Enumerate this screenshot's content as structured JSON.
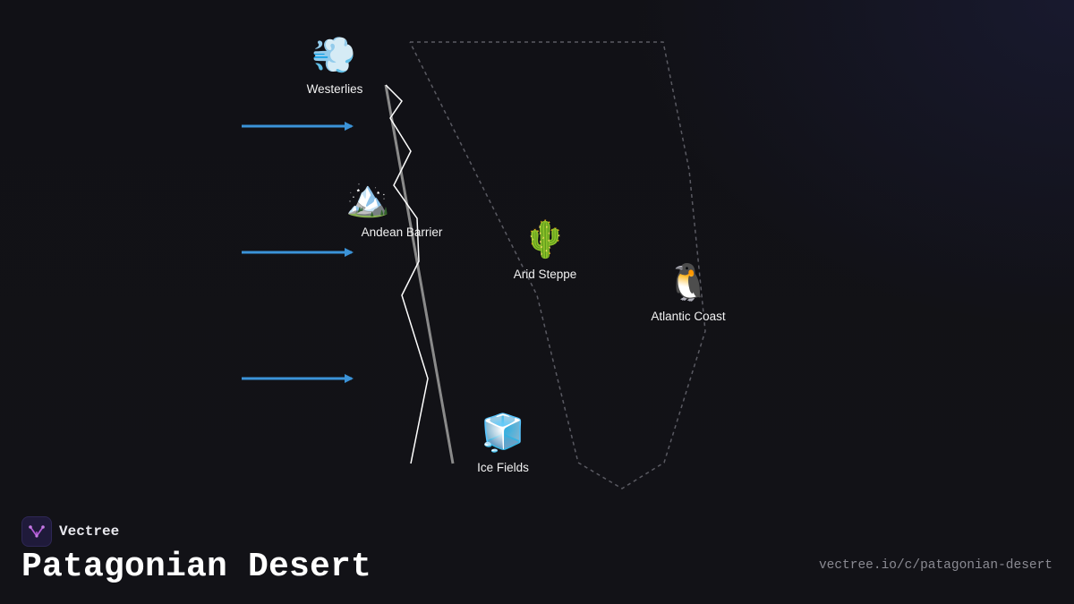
{
  "diagram": {
    "nodes": [
      {
        "id": "westerlies",
        "icon": "💨",
        "icon_name": "wind-icon",
        "label": "Westerlies"
      },
      {
        "id": "andean-barrier",
        "icon": "🏔️",
        "icon_name": "mountain-icon",
        "label": "Andean Barrier"
      },
      {
        "id": "arid-steppe",
        "icon": "🌵",
        "icon_name": "cactus-icon",
        "label": "Arid Steppe"
      },
      {
        "id": "atlantic-coast",
        "icon": "🐧",
        "icon_name": "penguin-icon",
        "label": "Atlantic Coast"
      },
      {
        "id": "ice-fields",
        "icon": "🧊",
        "icon_name": "ice-cube-icon",
        "label": "Ice Fields"
      }
    ],
    "colors": {
      "wind_arrow": "#3b93d8",
      "mountain_line": "#ffffff",
      "region_outline": "#5a5a62",
      "rain_shadow_line": "#8a8a8a"
    }
  },
  "brand": {
    "name": "Vectree",
    "logo_color": "#b25bd6"
  },
  "title": "Patagonian Desert",
  "url": "vectree.io/c/patagonian-desert"
}
